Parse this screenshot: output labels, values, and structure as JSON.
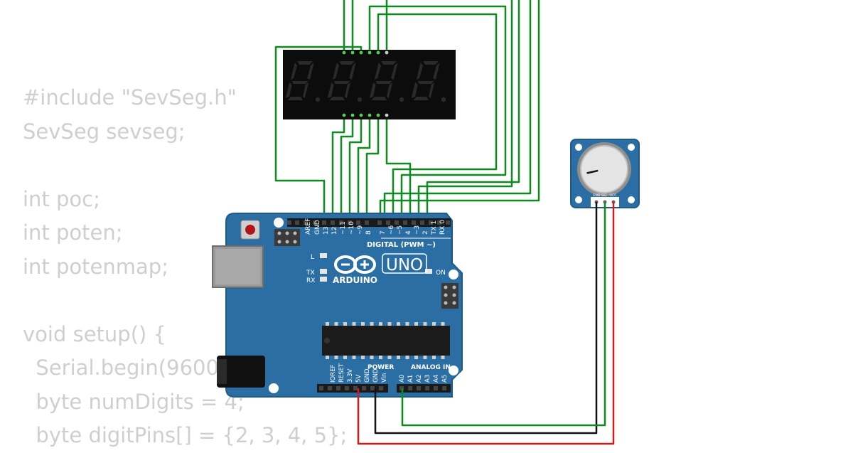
{
  "code_lines": [
    "#include \"SevSeg.h\"",
    "SevSeg sevseg;",
    "",
    "int poc;",
    "int poten;",
    "int potenmap;",
    "",
    "void setup() {",
    "  Serial.begin(9600",
    "  byte numDigits = 4;",
    "  byte digitPins[] = {2, 3, 4, 5};"
  ],
  "display": {
    "digits": [
      "8.",
      "8.",
      "8.",
      "8."
    ]
  },
  "board": {
    "name": "UNO",
    "brand": "ARDUINO",
    "digital_label": "DIGITAL (PWM ~)",
    "power_label": "POWER",
    "analog_label": "ANALOG IN",
    "on_label": "ON",
    "led_l": "L",
    "led_tx": "TX",
    "led_rx": "RX",
    "top_pins": [
      "AREF",
      "GND",
      "13",
      "12",
      "~11",
      "~10",
      "~9",
      "8",
      "7",
      "~6",
      "~5",
      "4",
      "~3",
      "2",
      "TX 1",
      "RX 0"
    ],
    "power_pins": [
      "IOREF",
      "RESET",
      "3.3V",
      "5V",
      "GND",
      "GND",
      "Vin"
    ],
    "analog_pins": [
      "A0",
      "A1",
      "A2",
      "A3",
      "A4",
      "A5"
    ]
  },
  "potentiometer": {
    "pins": [
      "GND",
      "SIG",
      "VCC"
    ],
    "value_fraction": 0.12
  },
  "colors": {
    "board": "#2b6ea3",
    "board_edge": "#1c5a8a",
    "wire_green": "#0f8a1e",
    "wire_black": "#111111",
    "wire_red": "#d11a1a",
    "code_text": "#cfcfcf",
    "display_body": "#0c0c0c",
    "segment_off": "#2a2a2a"
  }
}
